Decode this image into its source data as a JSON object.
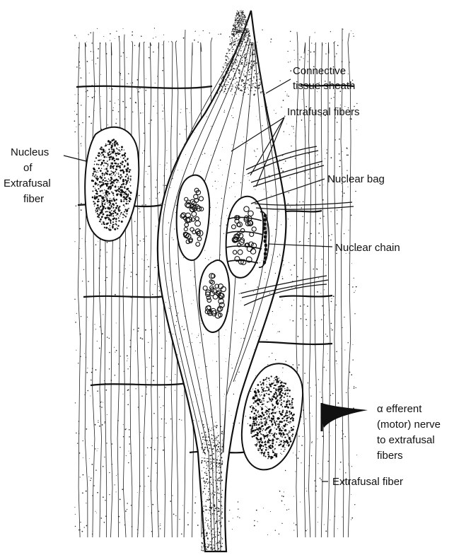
{
  "labels": {
    "connective_tissue_sheath": [
      "Connective",
      "tissue sheath"
    ],
    "intrafusal_fibers": "Intrafusal fibers",
    "nucleus_of_extrafusal_fiber": [
      "Nucleus",
      "of",
      "Extrafusal",
      "fiber"
    ],
    "nuclear_bag": "Nuclear bag",
    "nuclear_chain": "Nuclear chain",
    "alpha_efferent_nerve": [
      "α efferent",
      "(motor) nerve",
      "to extrafusal",
      "fibers"
    ],
    "extrafusal_fiber": "Extrafusal fiber"
  },
  "colors": {
    "ink": "#111111",
    "background": "#ffffff"
  }
}
